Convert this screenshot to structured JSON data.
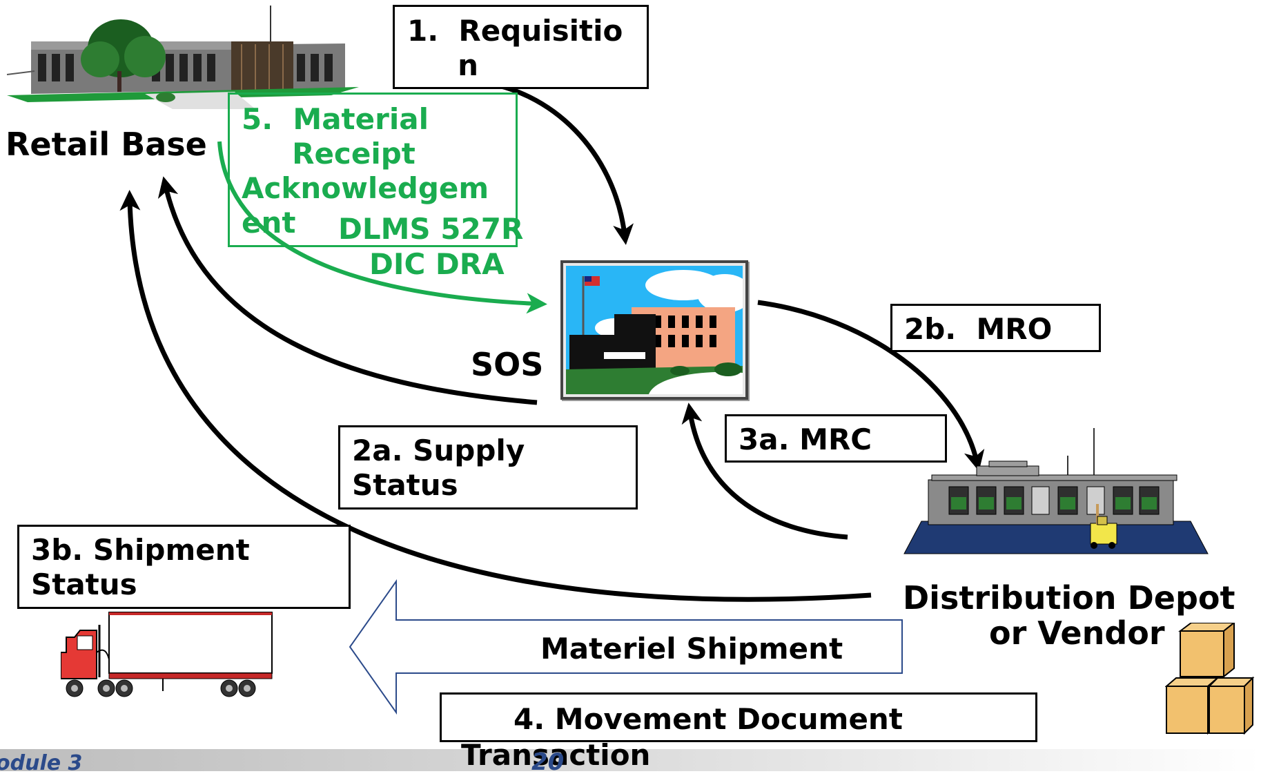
{
  "nodes": {
    "retail_base": "Retail Base",
    "sos": "SOS",
    "depot_line1": "Distribution Depot",
    "depot_line2": "or Vendor"
  },
  "steps": {
    "requisition": "1.  Requisitio\n     n",
    "mro": "2b.  MRO",
    "supply_status": "2a. Supply\nStatus",
    "mrc": "3a. MRC",
    "shipment_status": "3b. Shipment\nStatus",
    "materiel_shipment": "Materiel Shipment",
    "movement_doc": "4. Movement Document",
    "movement_doc_2": "Transaction",
    "receipt_ack": "5.  Material\n     Receipt\nAcknowledgem\nent",
    "dlms": "DLMS 527R",
    "dic": "DIC DRA"
  },
  "footer": {
    "left": "odule 3",
    "center": "20"
  },
  "colors": {
    "arrow": "#000000",
    "ack_green": "#1aac4f",
    "shipment_arrow": "#2b4a8a",
    "footer_text": "#2b4a8a"
  }
}
